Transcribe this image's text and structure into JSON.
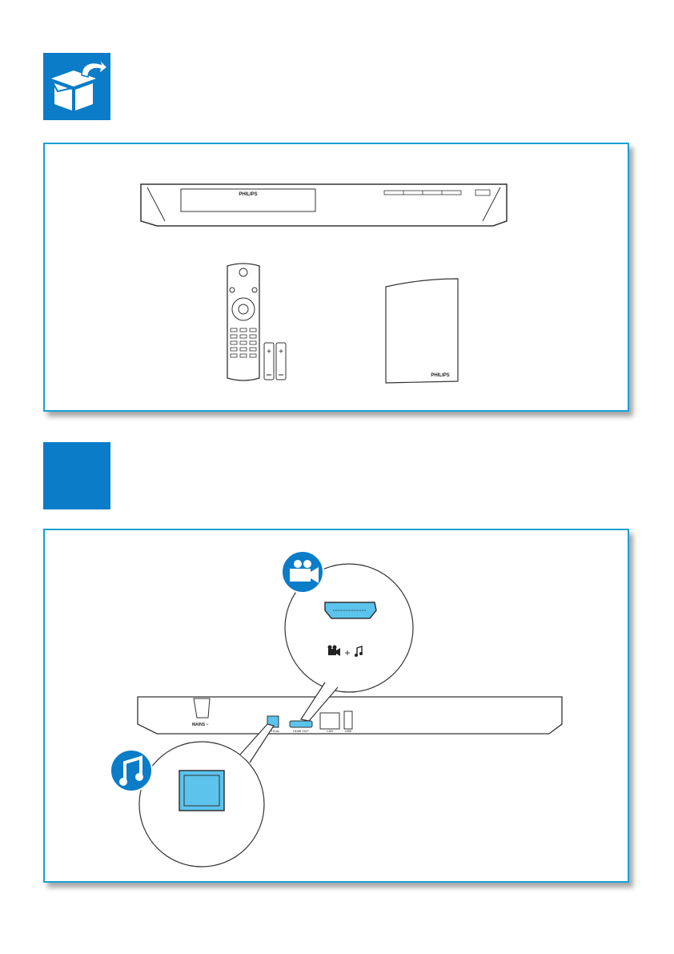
{
  "colors": {
    "accent": "#0a7cc8",
    "panel_border": "#18a0d8",
    "port_blue": "#5bc3ec"
  },
  "step1": {
    "badge_icon": "open-box-icon",
    "player_brand": "PHILIPS",
    "manual_brand": "PHILIPS"
  },
  "step2": {
    "badge_icon": "",
    "hdmi_legend_icons": [
      "video-camera-icon",
      "plus",
      "music-note-icon"
    ],
    "hdmi_legend_plus": "+",
    "rear_labels": {
      "mains": "MAINS ~",
      "optical": "OPTICAL",
      "hdmi": "HDMI OUT",
      "lan": "LAN",
      "usb": "USB"
    }
  }
}
